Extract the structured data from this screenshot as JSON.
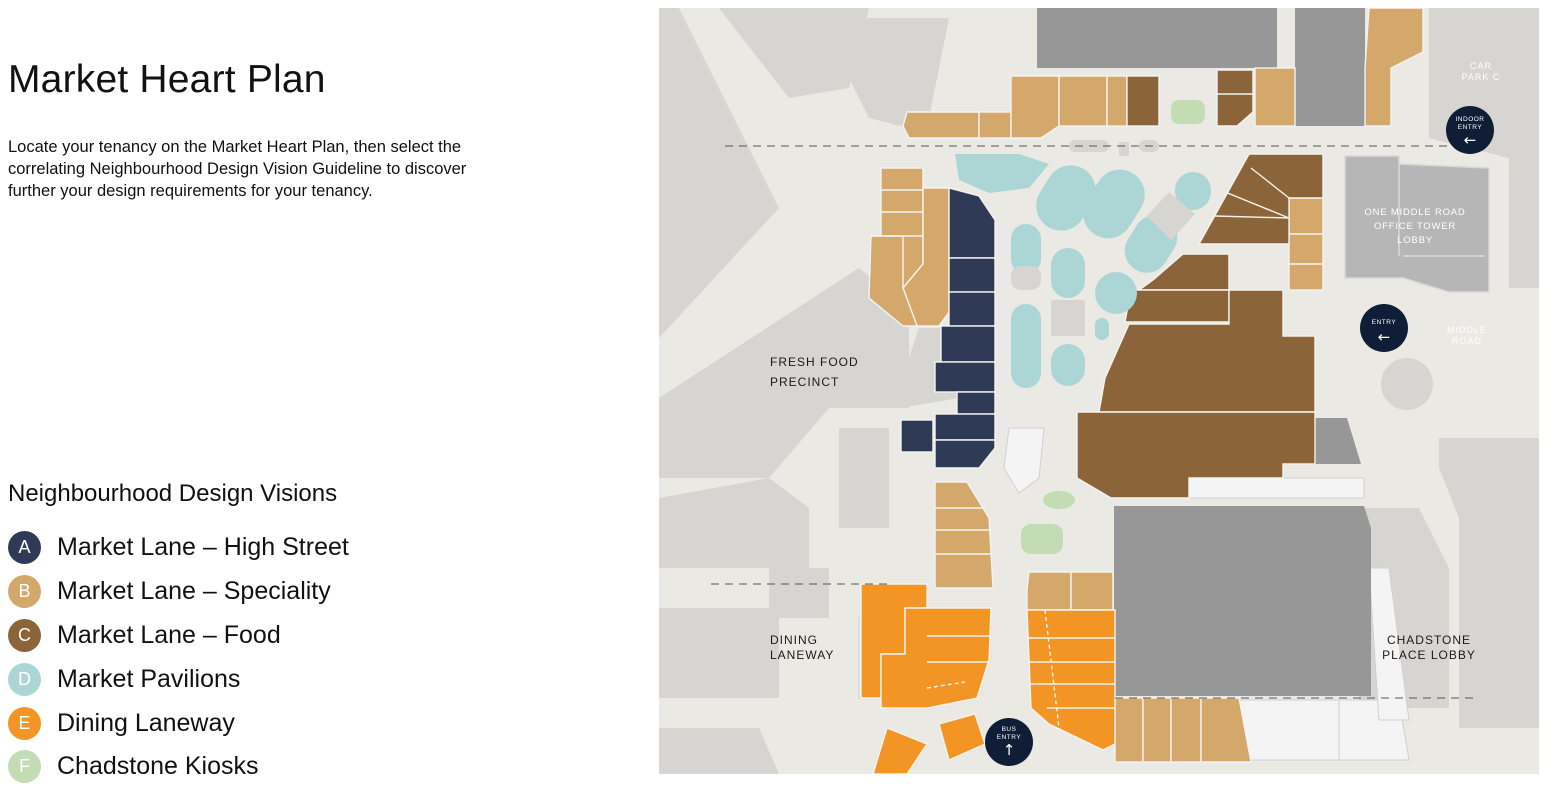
{
  "page": {
    "title": "Market Heart Plan",
    "intro": "Locate your tenancy on the Market Heart Plan, then select the correlating Neighbourhood Design Vision Guideline to discover further your design requirements for your tenancy."
  },
  "legend": {
    "title": "Neighbourhood Design Visions",
    "items": [
      {
        "letter": "A",
        "label": "Market Lane – High Street",
        "color": "#2f3a57"
      },
      {
        "letter": "B",
        "label": "Market Lane – Speciality",
        "color": "#d4a76a"
      },
      {
        "letter": "C",
        "label": "Market Lane – Food",
        "color": "#8b6539"
      },
      {
        "letter": "D",
        "label": "Market Pavilions",
        "color": "#acd6d6"
      },
      {
        "letter": "E",
        "label": "Dining Laneway",
        "color": "#f29524"
      },
      {
        "letter": "F",
        "label": "Chadstone Kiosks",
        "color": "#c4dcb4"
      }
    ]
  },
  "map": {
    "labels": {
      "car_park_line1": "CAR",
      "car_park_line2": "PARK C",
      "office_line1": "ONE MIDDLE ROAD",
      "office_line2": "OFFICE TOWER",
      "office_line3": "LOBBY",
      "middle_road_line1": "MIDDLE",
      "middle_road_line2": "ROAD",
      "fresh_food_line1": "FRESH FOOD",
      "fresh_food_line2": "PRECINCT",
      "dining_line1": "DINING",
      "dining_line2": "LANEWAY",
      "chadstone_line1": "CHADSTONE",
      "chadstone_line2": "PLACE LOBBY"
    },
    "entries": {
      "indoor_line1": "INDOOR",
      "indoor_line2": "ENTRY",
      "entry": "ENTRY",
      "bus_line1": "BUS",
      "bus_line2": "ENTRY",
      "arrow_left": "←",
      "arrow_up": "↑"
    },
    "colors": {
      "base": "#eae9e4",
      "block": "#d6d5d1",
      "grey_building": "#979797",
      "white_area": "#f4f4f4",
      "entry_badge": "#0f1d36"
    }
  }
}
